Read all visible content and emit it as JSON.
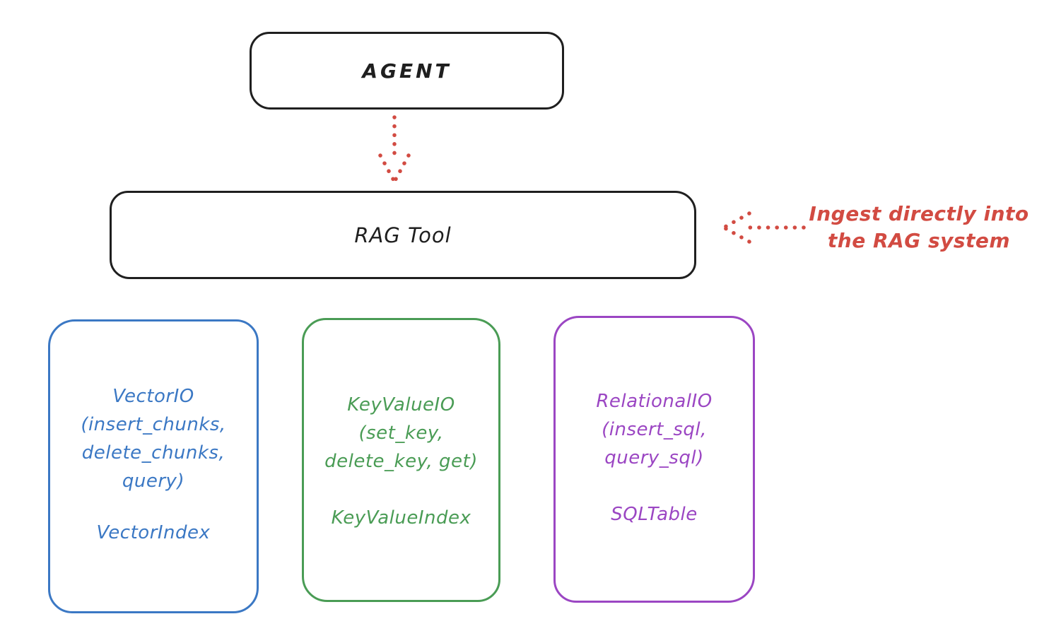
{
  "colors": {
    "ink": "#1f1f1f",
    "annotation_red": "#d24b42",
    "vector_blue": "#3b78c4",
    "keyvalue_green": "#4a9c55",
    "relational_purple": "#9b46c3",
    "background": "#ffffff"
  },
  "agent_box": {
    "label": "AGENT"
  },
  "rag_box": {
    "label": "RAG Tool"
  },
  "annotation": {
    "line1": "Ingest directly into",
    "line2": "the RAG system"
  },
  "io_boxes": [
    {
      "title": "VectorIO",
      "params_lines": [
        "(insert_chunks,",
        "delete_chunks,",
        "query)"
      ],
      "index_label": "VectorIndex"
    },
    {
      "title": "KeyValueIO",
      "params_lines": [
        "(set_key,",
        "delete_key, get)"
      ],
      "index_label": "KeyValueIndex"
    },
    {
      "title": "RelationalIO",
      "params_lines": [
        "(insert_sql,",
        "query_sql)"
      ],
      "index_label": "SQLTable"
    }
  ]
}
